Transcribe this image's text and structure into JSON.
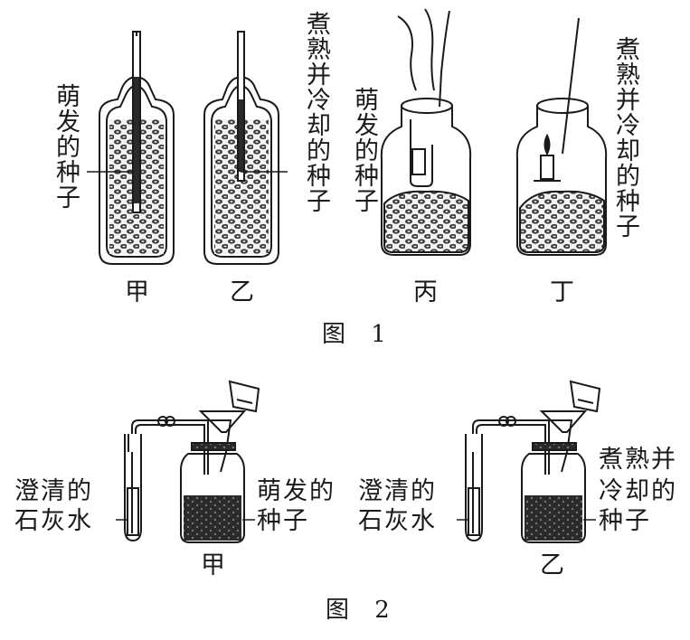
{
  "figure1": {
    "caption": "图 1",
    "jia": {
      "caption": "甲",
      "seed_label": "萌发的种子"
    },
    "yi": {
      "caption": "乙",
      "seed_label": "煮熟并冷却的种子"
    },
    "bing": {
      "caption": "丙",
      "seed_label": "萌发的种子"
    },
    "ding": {
      "caption": "丁",
      "seed_label": "煮熟并冷却的种子"
    }
  },
  "figure2": {
    "caption": "图 2",
    "jia": {
      "caption": "甲",
      "limewater_line1": "澄清的",
      "limewater_line2": "石灰水",
      "seed_line1": "萌发的",
      "seed_line2": "种子"
    },
    "yi": {
      "caption": "乙",
      "limewater_line1": "澄清的",
      "limewater_line2": "石灰水",
      "seed_line1": "煮熟并",
      "seed_line2": "冷却的",
      "seed_line3": "种子"
    }
  }
}
